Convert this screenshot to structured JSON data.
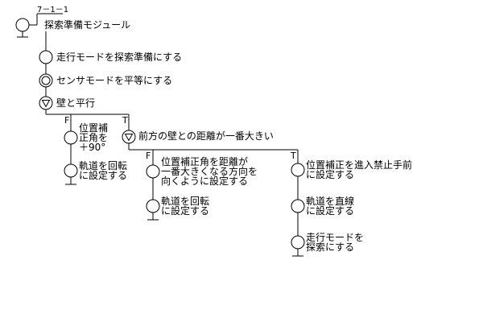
{
  "module": {
    "id": "7－1－1",
    "name": "探索準備モジュール"
  },
  "steps": {
    "s1": "走行モードを探索準備にする",
    "s2": "センサモードを平等にする"
  },
  "branch1": {
    "cond": "壁と平行",
    "false_label": "F",
    "true_label": "T",
    "f": {
      "n1_l1": "位置補",
      "n1_l2": "正角を",
      "n1_l3": "＋90°",
      "n2_l1": "軌道を回転",
      "n2_l2": "に設定する"
    }
  },
  "branch2": {
    "cond": "前方の壁との距離が一番大きい",
    "false_label": "F",
    "true_label": "T",
    "f": {
      "n1_l1": "位置補正角を距離が",
      "n1_l2": "一番大きくなる方向を",
      "n1_l3": "向くように設定する",
      "n2_l1": "軌道を回転",
      "n2_l2": "に設定する"
    },
    "t": {
      "n1_l1": "位置補正を進入禁止手前",
      "n1_l2": "に設定する",
      "n2_l1": "軌道を直線",
      "n2_l2": "に設定する",
      "n3_l1": "走行モードを",
      "n3_l2": "探索にする"
    }
  },
  "colors": {
    "line": "#000000",
    "background": "#ffffff"
  }
}
